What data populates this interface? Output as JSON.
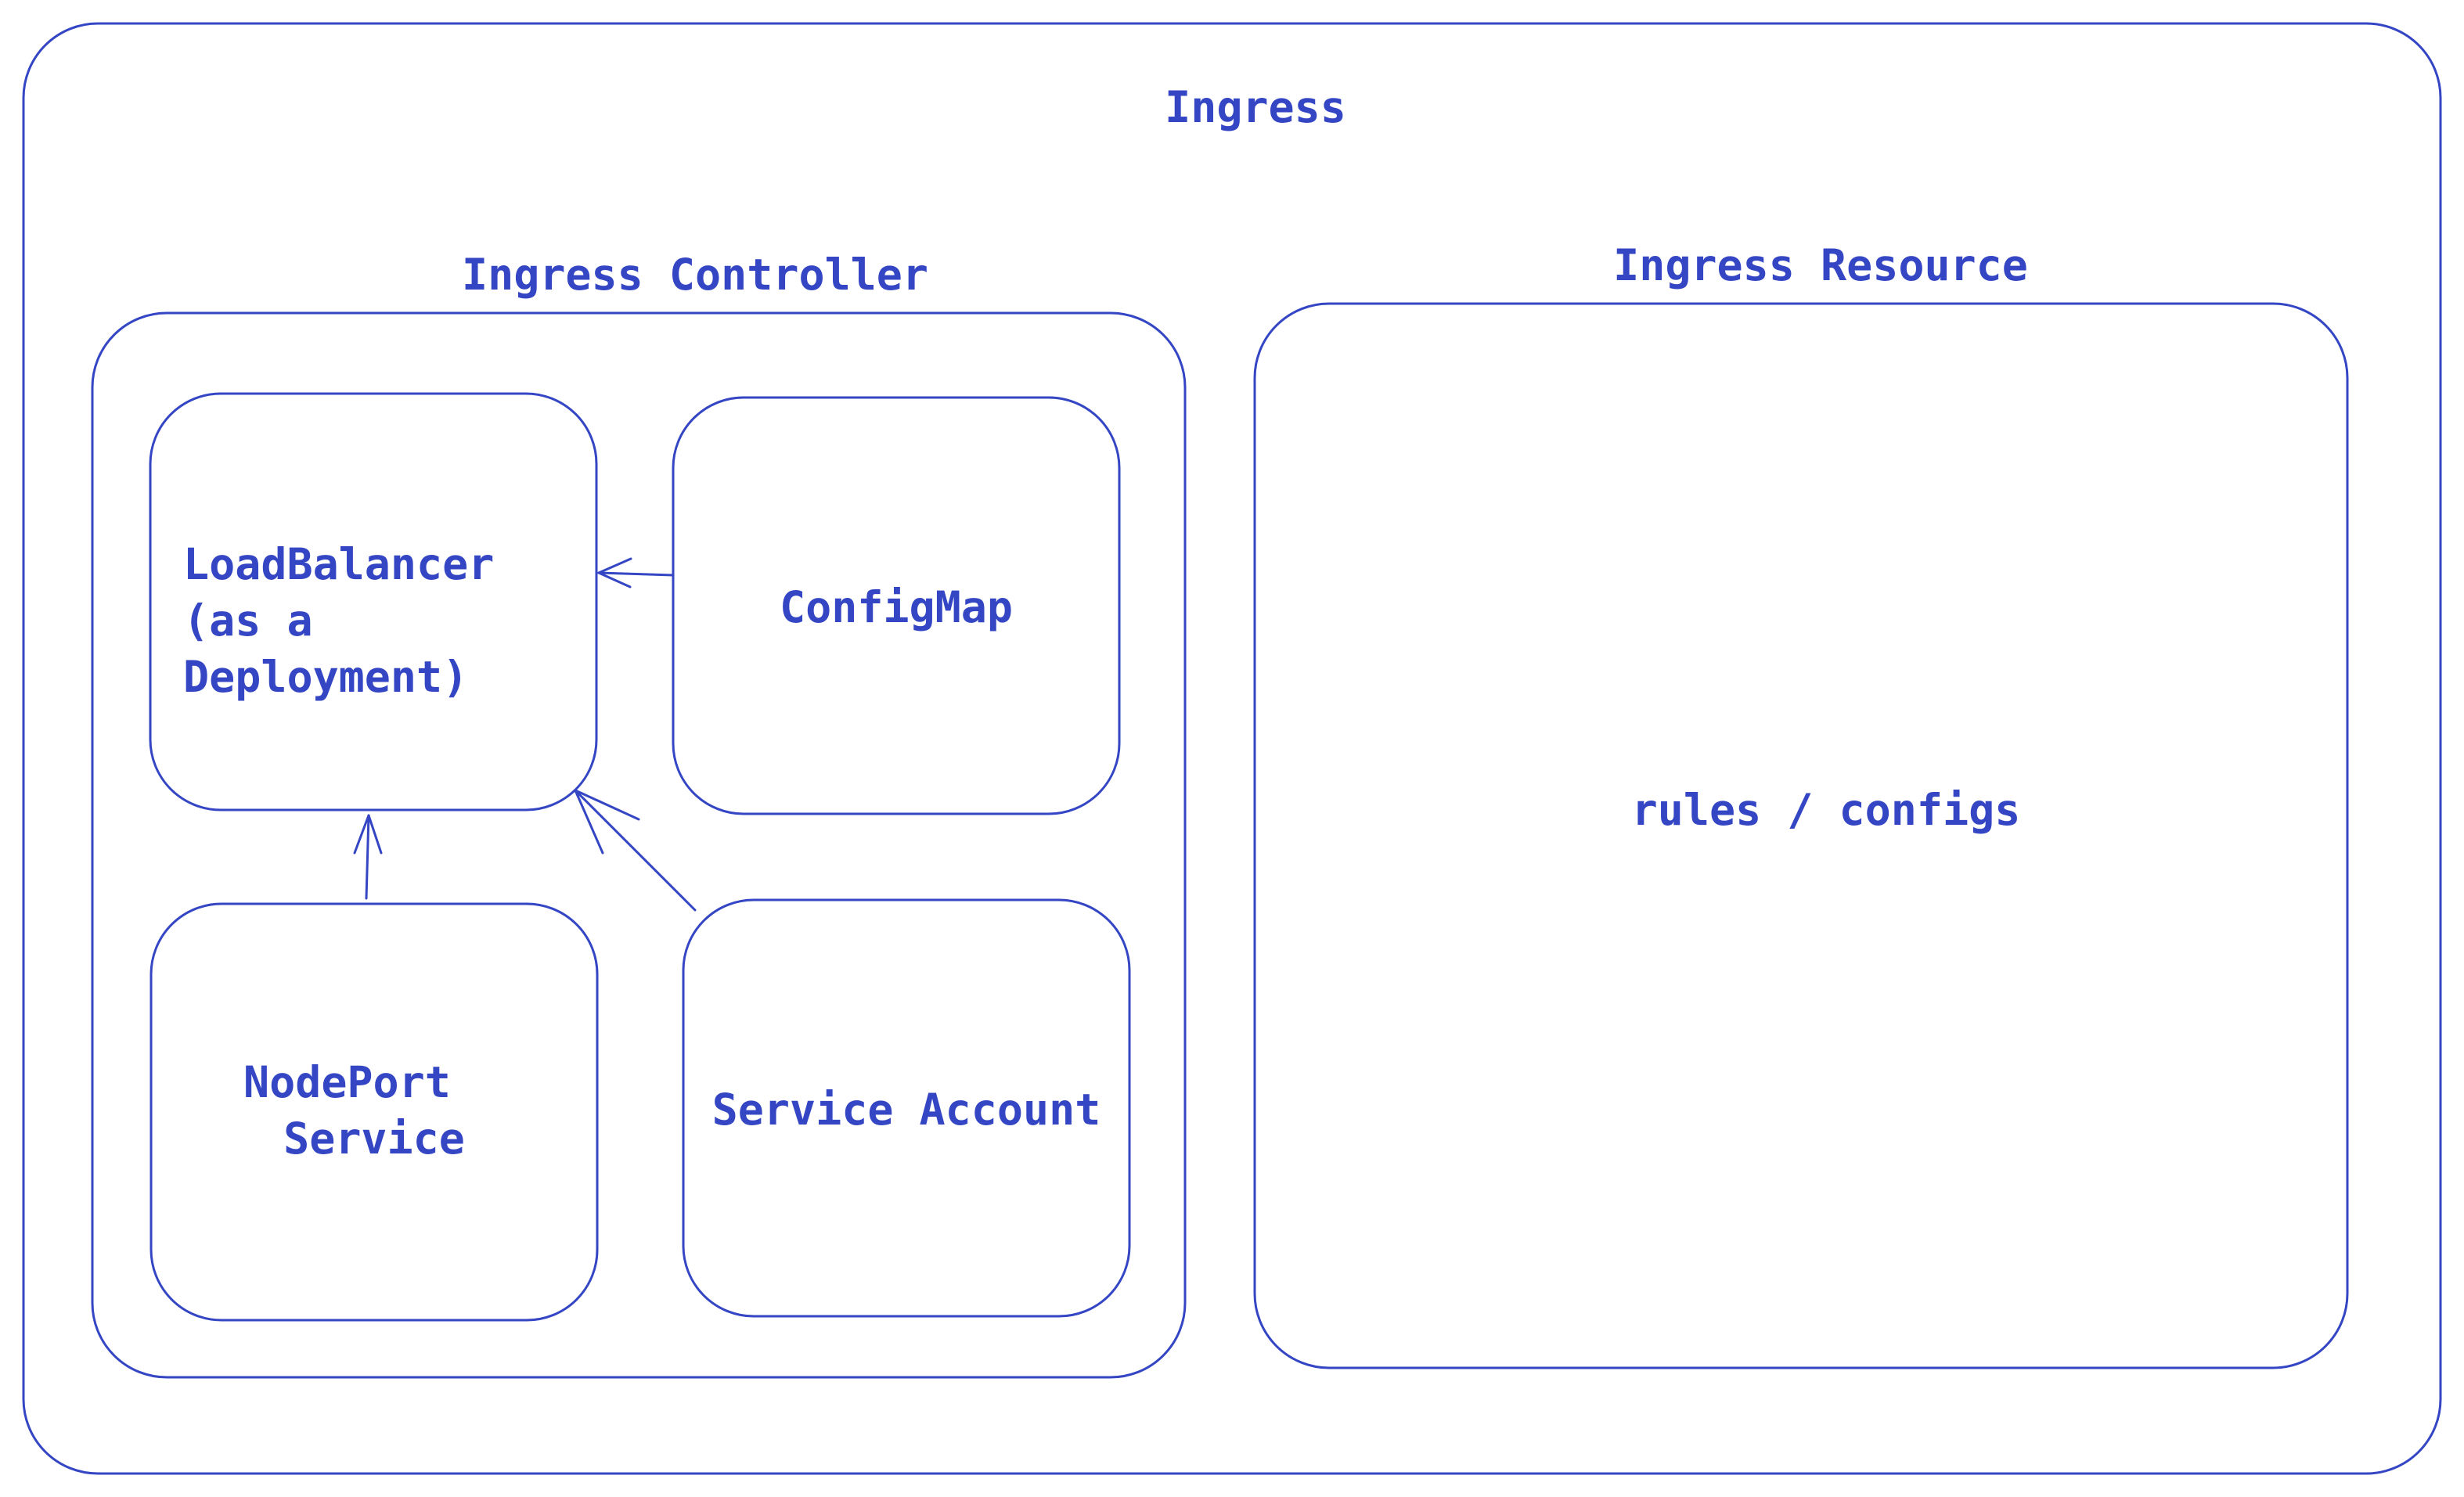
{
  "colors": {
    "stroke": "#3446c4",
    "text": "#3446c4",
    "background": "#ffffff"
  },
  "ingress": {
    "title": "Ingress",
    "controller": {
      "title": "Ingress Controller",
      "load_balancer": {
        "line1": "LoadBalancer",
        "line2": "(as a",
        "line3": "Deployment)"
      },
      "config_map": {
        "label": "ConfigMap"
      },
      "nodeport_service": {
        "line1": "NodePort",
        "line2": "Service"
      },
      "service_account": {
        "label": "Service Account"
      }
    },
    "resource": {
      "title": "Ingress Resource",
      "body": "rules / configs"
    }
  },
  "edges": [
    {
      "from": "ConfigMap",
      "to": "LoadBalancer (as a Deployment)"
    },
    {
      "from": "NodePort Service",
      "to": "LoadBalancer (as a Deployment)"
    },
    {
      "from": "Service Account",
      "to": "LoadBalancer (as a Deployment)"
    }
  ]
}
